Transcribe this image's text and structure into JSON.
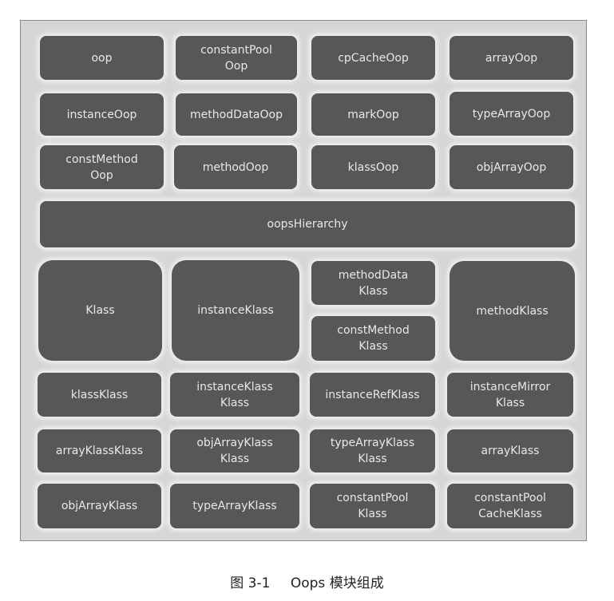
{
  "boxes": {
    "oop": "oop",
    "constantPoolOop": "constantPool\nOop",
    "cpCacheOop": "cpCacheOop",
    "arrayOop": "arrayOop",
    "instanceOop": "instanceOop",
    "methodDataOop": "methodDataOop",
    "markOop": "markOop",
    "typeArrayOop": "typeArrayOop",
    "constMethodOop": "constMethod\nOop",
    "methodOop": "methodOop",
    "klassOop": "klassOop",
    "objArrayOop": "objArrayOop",
    "oopsHierarchy": "oopsHierarchy",
    "Klass": "Klass",
    "instanceKlass": "instanceKlass",
    "methodDataKlass": "methodData\nKlass",
    "constMethodKlass": "constMethod\nKlass",
    "methodKlass": "methodKlass",
    "klassKlass": "klassKlass",
    "instanceKlassKlass": "instanceKlass\nKlass",
    "instanceRefKlass": "instanceRefKlass",
    "instanceMirrorKlass": "instanceMirror\nKlass",
    "arrayKlassKlass": "arrayKlassKlass",
    "objArrayKlassKlass": "objArrayKlass\nKlass",
    "typeArrayKlassKlass": "typeArrayKlass\nKlass",
    "arrayKlass": "arrayKlass",
    "objArrayKlass": "objArrayKlass",
    "typeArrayKlass": "typeArrayKlass",
    "constantPoolKlass": "constantPool\nKlass",
    "constantPoolCacheKlass": "constantPool\nCacheKlass"
  },
  "caption": {
    "number": "图 3-1",
    "title": "Oops 模块组成"
  }
}
